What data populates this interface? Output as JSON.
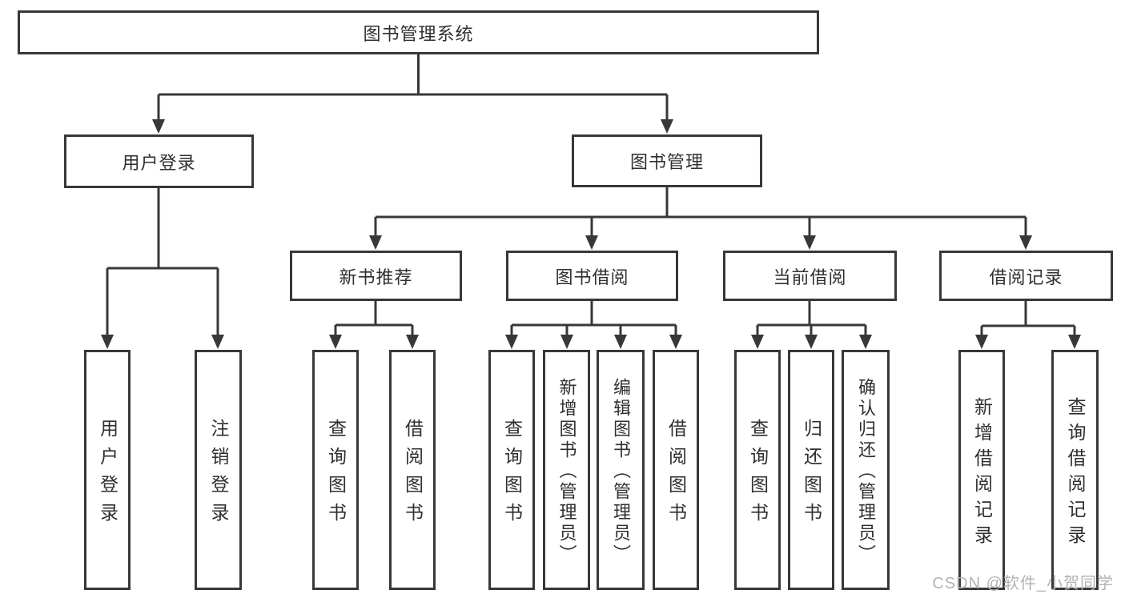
{
  "diagram": {
    "root": {
      "label": "图书管理系统"
    },
    "level2": [
      {
        "id": "user-login",
        "label": "用户登录"
      },
      {
        "id": "book-mgmt",
        "label": "图书管理"
      }
    ],
    "level3": [
      {
        "id": "new-book-rec",
        "parent": "book-mgmt",
        "label": "新书推荐"
      },
      {
        "id": "book-borrow",
        "parent": "book-mgmt",
        "label": "图书借阅"
      },
      {
        "id": "current-borrow",
        "parent": "book-mgmt",
        "label": "当前借阅"
      },
      {
        "id": "borrow-record",
        "parent": "book-mgmt",
        "label": "借阅记录"
      }
    ],
    "leaves": [
      {
        "parent": "user-login",
        "label": "用户登录"
      },
      {
        "parent": "user-login",
        "label": "注销登录"
      },
      {
        "parent": "new-book-rec",
        "label": "查询图书"
      },
      {
        "parent": "new-book-rec",
        "label": "借阅图书"
      },
      {
        "parent": "book-borrow",
        "label": "查询图书"
      },
      {
        "parent": "book-borrow",
        "label": "新增图书（管理员）"
      },
      {
        "parent": "book-borrow",
        "label": "编辑图书（管理员）"
      },
      {
        "parent": "book-borrow",
        "label": "借阅图书"
      },
      {
        "parent": "current-borrow",
        "label": "查询图书"
      },
      {
        "parent": "current-borrow",
        "label": "归还图书"
      },
      {
        "parent": "current-borrow",
        "label": "确认归还（管理员）"
      },
      {
        "parent": "borrow-record",
        "label": "新增借阅记录"
      },
      {
        "parent": "borrow-record",
        "label": "查询借阅记录"
      }
    ],
    "colors": {
      "line": "#383838",
      "box_border": "#383838",
      "text": "#2f2f2f",
      "background": "#ffffff",
      "watermark": "#b3b3b3"
    },
    "watermark": "CSDN @软件_小贺同学"
  }
}
